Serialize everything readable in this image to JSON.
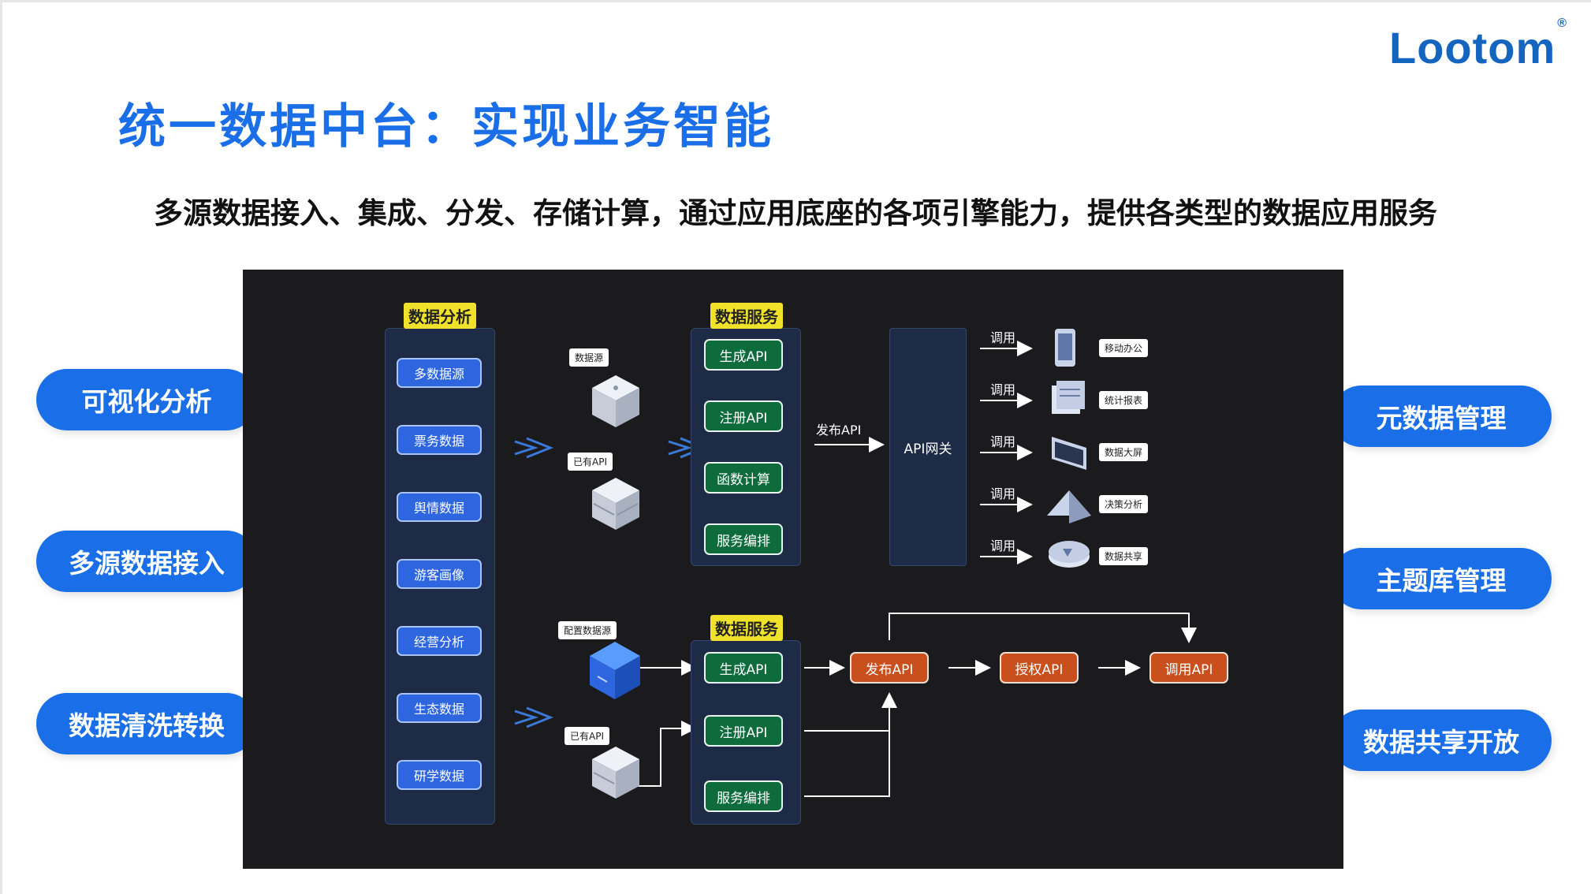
{
  "logo": {
    "text": "Lootom",
    "mark": "®"
  },
  "title": "统一数据中台：实现业务智能",
  "subtitle": "多源数据接入、集成、分发、存储计算，通过应用底座的各项引擎能力，提供各类型的数据应用服务",
  "left_pills": [
    "可视化分析",
    "多源数据接入",
    "数据清洗转换"
  ],
  "right_pills": [
    "元数据管理",
    "主题库管理",
    "数据共享开放"
  ],
  "diagram": {
    "analysis_tag": "数据分析",
    "analysis_items": [
      "多数据源",
      "票务数据",
      "舆情数据",
      "游客画像",
      "经营分析",
      "生态数据",
      "研学数据"
    ],
    "top_source_labels": [
      "数据源",
      "已有API"
    ],
    "bottom_source_labels": [
      "配置数据源",
      "已有API"
    ],
    "service_tag": "数据服务",
    "top_service_items": [
      "生成API",
      "注册API",
      "函数计算",
      "服务编排"
    ],
    "bottom_service_items": [
      "生成API",
      "注册API",
      "服务编排"
    ],
    "publish_label": "发布API",
    "gateway_label": "API网关",
    "call_label": "调用",
    "consumers": [
      "移动办公",
      "统计报表",
      "数据大屏",
      "决策分析",
      "数据共享"
    ],
    "flow_steps": [
      "发布API",
      "授权API",
      "调用API"
    ]
  },
  "colors": {
    "accent": "#1a6fe8",
    "panel": "#1b1b1d",
    "tag": "#f0e22a",
    "green": "#0e6b3b",
    "orange": "#c9501d"
  }
}
